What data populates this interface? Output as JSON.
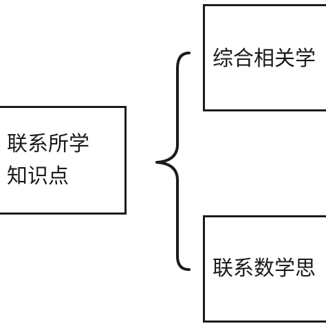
{
  "diagram": {
    "source_node": {
      "line1": "联系所学",
      "line2": "知识点"
    },
    "target_nodes": [
      {
        "label": "综合相关学"
      },
      {
        "label": "联系数学思"
      }
    ],
    "connector": "left-curly-brace",
    "colors": {
      "stroke": "#1a1a1a",
      "background": "#ffffff"
    }
  }
}
